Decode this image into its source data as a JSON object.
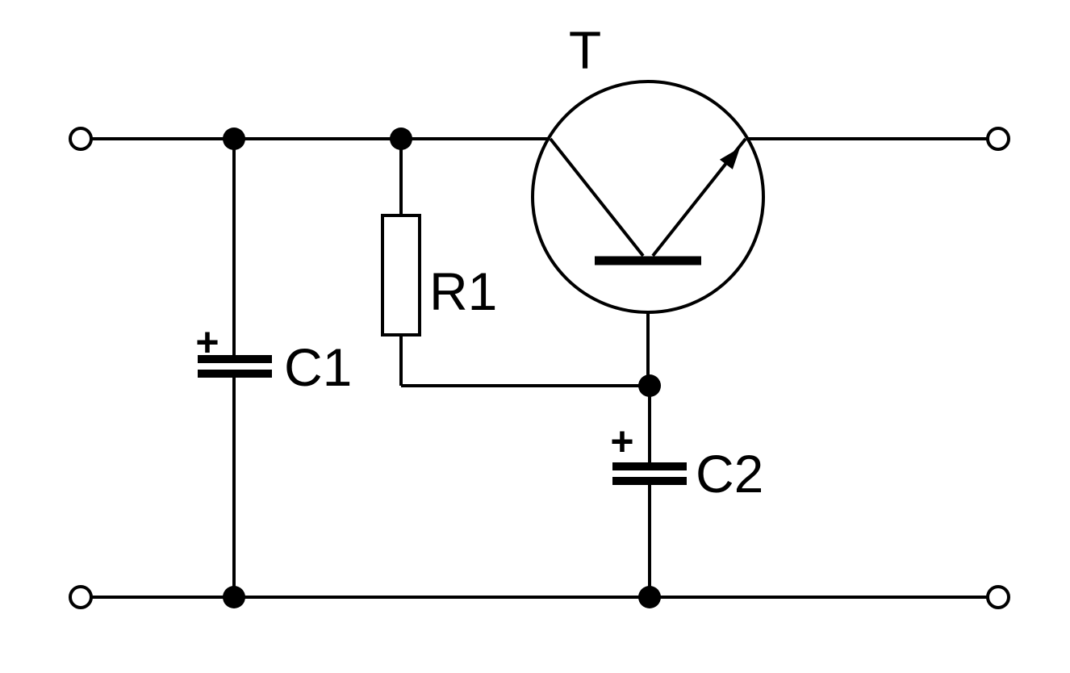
{
  "diagram": {
    "type": "circuit-schematic",
    "description": "Capacitance multiplier / ripple filter circuit with transistor, resistor and two electrolytic capacitors",
    "labels": {
      "transistor": "T",
      "resistor": "R1",
      "capacitor1": "C1",
      "capacitor2": "C2",
      "c1_polarity": "+",
      "c2_polarity": "+"
    },
    "colors": {
      "line": "#000000",
      "background": "#ffffff"
    }
  }
}
